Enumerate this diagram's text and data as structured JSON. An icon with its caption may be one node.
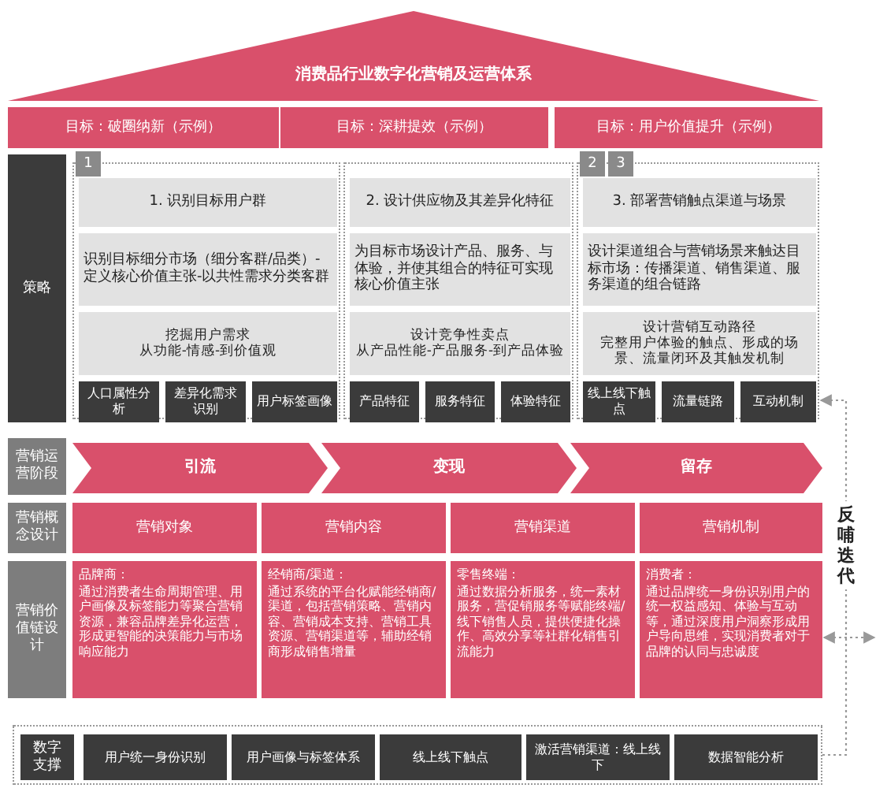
{
  "diagram": {
    "nodes": [
      {
        "text": [
          "消费品行业数字化营销及运营体系"
        ]
      },
      {
        "text": [
          "目标：破圈纳新（示例）"
        ]
      },
      {
        "text": [
          "目标：深耕提效（示例）"
        ]
      },
      {
        "text": [
          "目标：用户价值提升（示例）"
        ]
      },
      {
        "text": [
          "策略"
        ]
      },
      {
        "text": [
          "1"
        ]
      },
      {
        "text": [
          "1. 识别目标用户群"
        ],
        "in": 5
      },
      {
        "text": [
          "识别目标细分市场（细分客群/品类）- 定义核心价值主张-以共性需求分类客群"
        ],
        "in": 5
      },
      {
        "text": [
          "挖掘用户需求",
          "从功能-情感-到价值观"
        ],
        "in": 5
      },
      {
        "text": [
          "人口属性分析"
        ],
        "in": 5
      },
      {
        "text": [
          "差异化需求识别"
        ],
        "in": 5
      },
      {
        "text": [
          "用户标签画像"
        ],
        "in": 5
      },
      {
        "text": [],
        "shape": "box"
      },
      {
        "text": [
          "2. 设计供应物及其差异化特征"
        ],
        "in": 12
      },
      {
        "text": [
          "为目标市场设计产品、服务、与体验，并使其组合的特征可实现核心价值主张"
        ],
        "in": 12
      },
      {
        "text": [
          "设计竞争性卖点",
          "从产品性能-产品服务-到产品体验"
        ],
        "in": 12
      },
      {
        "text": [
          "产品特征"
        ],
        "in": 12
      },
      {
        "text": [
          "服务特征"
        ],
        "in": 12
      },
      {
        "text": [
          "体验特征"
        ],
        "in": 12
      },
      {
        "text": [
          "2",
          "3"
        ]
      },
      {
        "text": [
          "3. 部署营销触点渠道与场景"
        ],
        "in": 19
      },
      {
        "text": [
          "设计渠道组合与营销场景来触达目标市场：传播渠道、销售渠道、服务渠道的组合链路"
        ],
        "in": 19
      },
      {
        "text": [
          "设计营销互动路径",
          "完整用户体验的触点、形成的场景、流量闭环及其触发机制"
        ],
        "in": 19
      },
      {
        "text": [
          "线上线下触点"
        ],
        "in": 19
      },
      {
        "text": [
          "流量链路"
        ],
        "in": 19
      },
      {
        "text": [
          "互动机制"
        ],
        "in": 19
      },
      {
        "text": [
          "营销运营阶段"
        ]
      },
      {
        "text": [
          "引流"
        ]
      },
      {
        "text": [
          "变现"
        ]
      },
      {
        "text": [
          "留存"
        ]
      },
      {
        "text": [
          "营销概念设计"
        ]
      },
      {
        "text": [
          "营销对象"
        ]
      },
      {
        "text": [
          "营销内容"
        ]
      },
      {
        "text": [
          "营销渠道"
        ]
      },
      {
        "text": [
          "营销机制"
        ]
      },
      {
        "text": [
          "营销价值链设计"
        ]
      },
      {
        "text": [
          "品牌商：",
          "通过消费者生命周期管理、用户画像及标签能力等聚合营销资源，兼容品牌差异化运营，形成更智能的决策能力与市场响应能力"
        ]
      },
      {
        "text": [
          "经销商/渠道：",
          "通过系统的平台化赋能经销商/渠道，包括营销策略、营销内容、营销成本支持、营销工具资源、营销渠道等，辅助经销商形成销售增量"
        ]
      },
      {
        "text": [
          "零售终端：",
          "通过数据分析服务，统一素材服务，营促销服务等赋能终端/线下销售人员，提供便捷化操作、高效分享等社群化销售引流能力"
        ]
      },
      {
        "text": [
          "消费者：",
          "通过品牌统一身份识别用户的统一权益感知、体验与互动等，通过深度用户洞察形成用户导向思维，实现消费者对于品牌的认同与忠诚度"
        ]
      },
      {
        "text": [],
        "shape": "box"
      },
      {
        "text": [
          "数字支撑"
        ],
        "in": 40
      },
      {
        "text": [
          "用户统一身份识别"
        ],
        "in": 40
      },
      {
        "text": [
          "用户画像与标签体系"
        ],
        "in": 40
      },
      {
        "text": [
          "线上线下触点"
        ],
        "in": 40
      },
      {
        "text": [
          "激活营销渠道：线上线下"
        ],
        "in": 40
      },
      {
        "text": [
          "数据智能分析"
        ],
        "in": 40
      }
    ],
    "edges": [
      {
        "from": 40,
        "to": 19,
        "arrow": "to",
        "label": "反哺迭代",
        "style": "dashed"
      },
      {
        "from": null,
        "to": 39,
        "arrow": "both",
        "style": "dashed"
      }
    ]
  }
}
